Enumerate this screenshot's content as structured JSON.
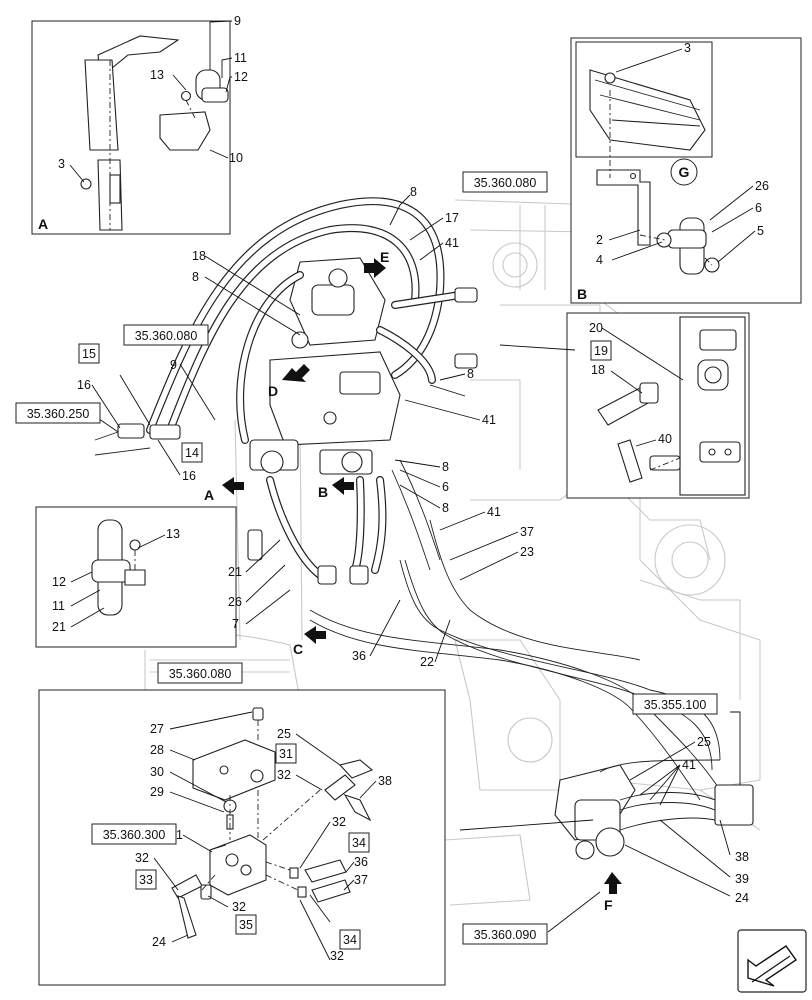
{
  "views": {
    "A": "A",
    "B": "B",
    "C": "C",
    "D": "D",
    "E": "E",
    "F": "F",
    "G": "G"
  },
  "references": {
    "r_080_top": "35.360.080",
    "r_080_left": "35.360.080",
    "r_250": "35.360.250",
    "r_080_bottom": "35.360.080",
    "r_100": "35.355.100",
    "r_300": "35.360.300",
    "r_090": "35.360.090"
  },
  "boxed_items": [
    "15",
    "14",
    "19",
    "31",
    "33",
    "34",
    "34",
    "35"
  ],
  "callouts": {
    "a": [
      "9",
      "11",
      "12",
      "13",
      "10",
      "3"
    ],
    "b": [
      "3",
      "26",
      "6",
      "5",
      "2",
      "4"
    ],
    "c": [
      "13",
      "12",
      "11",
      "21"
    ],
    "d": [
      "20",
      "18",
      "40"
    ],
    "main": [
      "8",
      "17",
      "41",
      "18",
      "8",
      "9",
      "16",
      "16",
      "8",
      "41",
      "8",
      "6",
      "8",
      "41",
      "37",
      "23",
      "21",
      "26",
      "7",
      "36",
      "22",
      "25",
      "41",
      "38",
      "39",
      "24"
    ],
    "e": [
      "27",
      "28",
      "30",
      "29",
      "25",
      "32",
      "38",
      "1",
      "32",
      "36",
      "32",
      "32",
      "37",
      "24",
      "32"
    ]
  },
  "icon": "exit-arrow-icon"
}
